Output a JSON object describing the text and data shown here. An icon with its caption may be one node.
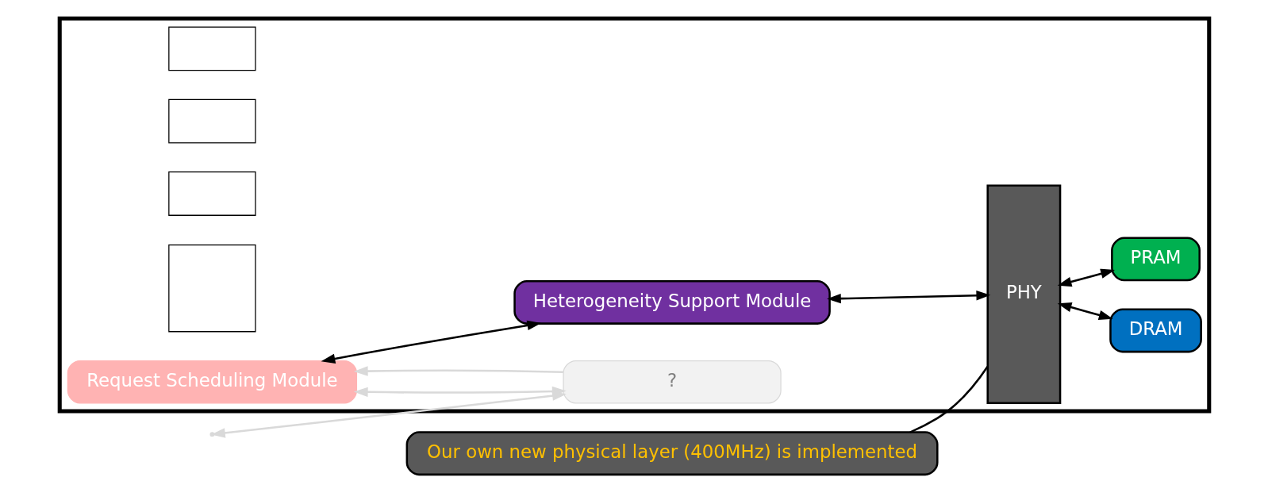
{
  "diagram": {
    "nodes": [
      {
        "text": [],
        "shape": "box"
      },
      {
        "text": [],
        "shape": "box",
        "in": 0
      },
      {
        "text": [],
        "shape": "box",
        "in": 0
      },
      {
        "text": [],
        "shape": "box",
        "in": 0
      },
      {
        "text": [],
        "shape": "box",
        "in": 0
      },
      {
        "text": [
          "Request Scheduling Module"
        ],
        "in": 0
      },
      {
        "text": [
          "Heterogeneity Support Module"
        ],
        "in": 0
      },
      {
        "text": [
          "PHY"
        ],
        "in": 0
      },
      {
        "text": [
          "DRAM"
        ],
        "in": 0
      },
      {
        "text": [
          "PRAM"
        ],
        "in": 0
      },
      {
        "text": [
          "?"
        ],
        "in": 0
      },
      {
        "text": [
          "Our own new physical layer (400MHz) is implemented"
        ]
      }
    ],
    "edges": [
      {
        "from": 5,
        "to": 6,
        "arrow": "both"
      },
      {
        "from": 6,
        "to": 7,
        "arrow": "both"
      },
      {
        "from": 7,
        "to": 8,
        "arrow": "both"
      },
      {
        "from": 7,
        "to": 9,
        "arrow": "both"
      },
      {
        "from": 5,
        "to": 10,
        "arrow": "both",
        "color": "#d9d9d9"
      },
      {
        "from": 10,
        "to": 5,
        "arrow": "to",
        "color": "#d9d9d9"
      },
      {
        "from": null,
        "to": 10,
        "arrow": "both",
        "color": "#d9d9d9"
      },
      {
        "from": 11,
        "to": 7,
        "arrow": "none"
      }
    ]
  }
}
